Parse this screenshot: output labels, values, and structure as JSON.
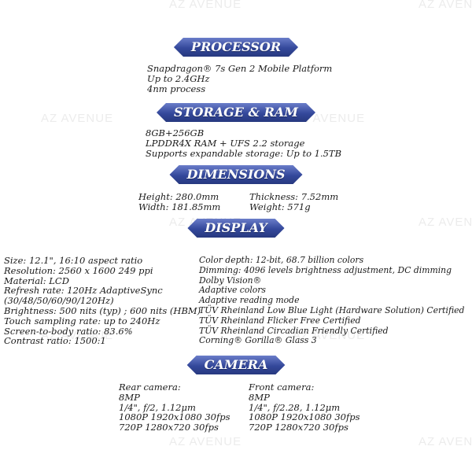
{
  "watermark": "AZ AVENUE",
  "processor": {
    "title": "PROCESSOR",
    "lines": [
      "Snapdragon® 7s Gen 2 Mobile Platform",
      "Up to 2.4GHz",
      "4nm process"
    ]
  },
  "storage": {
    "title": "STORAGE & RAM",
    "lines": [
      "8GB+256GB",
      "LPDDR4X RAM + UFS 2.2 storage",
      "Supports expandable storage: Up to 1.5TB"
    ]
  },
  "dimensions": {
    "title": "DIMENSIONS",
    "left": [
      "Height: 280.0mm",
      "Width: 181.85mm"
    ],
    "right": [
      "Thickness: 7.52mm",
      "Weight: 571g"
    ]
  },
  "display": {
    "title": "DISPLAY",
    "left": [
      "Size: 12.1\", 16:10 aspect ratio",
      "Resolution: 2560 x 1600 249 ppi",
      "Material: LCD",
      "Refresh rate: 120Hz AdaptiveSync",
      "(30/48/50/60/90/120Hz)",
      "Brightness: 500 nits (typ) ; 600 nits (HBM)",
      "Touch sampling rate: up to 240Hz",
      "Screen-to-body ratio: 83.6%",
      "Contrast ratio: 1500:1"
    ],
    "right": [
      "Color depth: 12-bit, 68.7 billion colors",
      "Dimming: 4096 levels brightness adjustment, DC dimming",
      "Dolby Vision®",
      "Adaptive colors",
      "Adaptive reading mode",
      "TÜV Rheinland Low Blue Light (Hardware Solution) Certified",
      "TÜV Rheinland Flicker Free Certified",
      "TÜV Rheinland Circadian Friendly Certified",
      "Corning® Gorilla® Glass 3"
    ]
  },
  "camera": {
    "title": "CAMERA",
    "rear": [
      "Rear camera:",
      "8MP",
      "1/4\", f/2, 1.12μm",
      "1080P 1920x1080 30fps",
      "720P 1280x720 30fps"
    ],
    "front": [
      "Front camera:",
      "8MP",
      "1/4\", f/2.28, 1.12μm",
      "1080P 1920x1080 30fps",
      "720P 1280x720 30fps"
    ]
  }
}
